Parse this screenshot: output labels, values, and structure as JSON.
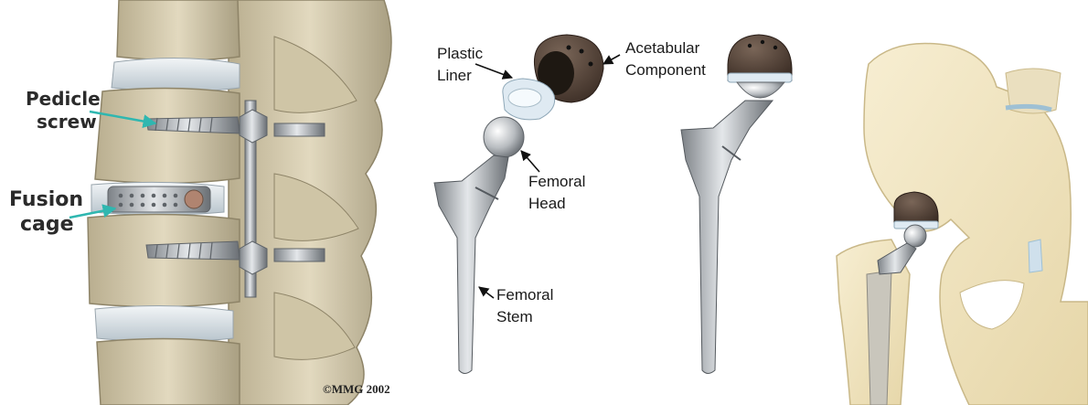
{
  "spine_labels": {
    "pedicle_1": "Pedicle",
    "pedicle_2": "screw",
    "fusion_1": "Fusion",
    "fusion_2": "cage"
  },
  "hip_labels": {
    "liner_1": "Plastic",
    "liner_2": "Liner",
    "acetabular_1": "Acetabular",
    "acetabular_2": "Component",
    "head_1": "Femoral",
    "head_2": "Head",
    "stem_1": "Femoral",
    "stem_2": "Stem"
  },
  "copyright": "©MMG 2002",
  "colors": {
    "bone": "#d8ceb0",
    "bone_shadow": "#a89e80",
    "disc": "#dfe6ea",
    "metal": "#b8bcc0",
    "metal_dark": "#6e7378",
    "cup_dark": "#4a3a30",
    "liner": "#dce8f0",
    "pelvis": "#f3e7c4",
    "arrow_teal": "#2fb7b0"
  }
}
